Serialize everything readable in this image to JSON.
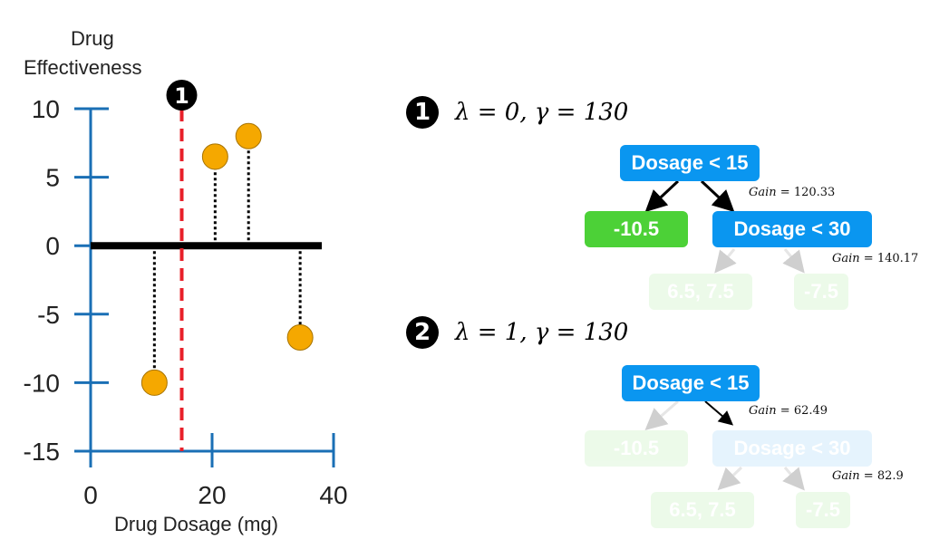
{
  "chart_data": {
    "type": "scatter",
    "ylabel_line1": "Drug",
    "ylabel_line2": "Effectiveness",
    "xlabel": "Drug Dosage (mg)",
    "xlim": [
      0,
      40
    ],
    "ylim": [
      -15,
      10
    ],
    "x_ticks": [
      0,
      20,
      40
    ],
    "y_ticks": [
      10,
      5,
      0,
      -5,
      -10,
      -15
    ],
    "points": [
      {
        "x": 10.5,
        "y": -10
      },
      {
        "x": 20.5,
        "y": 6.5
      },
      {
        "x": 26,
        "y": 8
      },
      {
        "x": 34.5,
        "y": -6.7
      }
    ],
    "split_x": 15,
    "split_label": "1",
    "baseline_y": 0,
    "colors": {
      "axis": "#1a6fb5",
      "point": "#f5a800",
      "split": "#e8202a",
      "baseline": "#000000"
    }
  },
  "scenarios": [
    {
      "badge": "1",
      "params": "λ = 0, γ = 130",
      "root": "Dosage < 15",
      "left_leaf": "-10.5",
      "right_node": "Dosage < 30",
      "right_left_leaf": "6.5, 7.5",
      "right_right_leaf": "-7.5",
      "gain_root_label": "Gain",
      "gain_root_value": " = 120.33",
      "gain_right_label": "Gain",
      "gain_right_value": " = 140.17"
    },
    {
      "badge": "2",
      "params": "λ = 1, γ = 130",
      "root": "Dosage < 15",
      "left_leaf": "-10.5",
      "right_node": "Dosage < 30",
      "right_left_leaf": "6.5, 7.5",
      "right_right_leaf": "-7.5",
      "gain_root_label": "Gain",
      "gain_root_value": " = 62.49",
      "gain_right_label": "Gain",
      "gain_right_value": " = 82.9"
    }
  ]
}
